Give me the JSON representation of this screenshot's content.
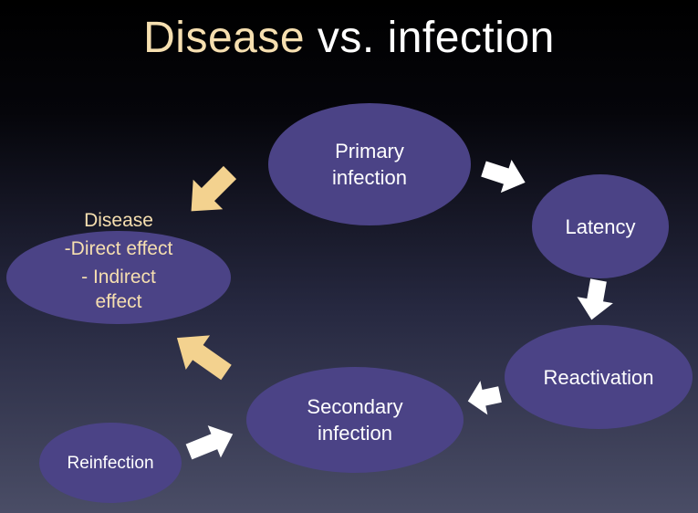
{
  "title": {
    "accent": "Disease",
    "rest": " vs. infection"
  },
  "nodes": {
    "primary": "Primary infection",
    "latency": "Latency",
    "reactivation": "Reactivation",
    "secondary": "Secondary infection",
    "reinfection": "Reinfection"
  },
  "disease": {
    "heading": "Disease",
    "line1": "-Direct effect",
    "line2": "- Indirect effect"
  },
  "colors": {
    "node_fill": "#4b4386",
    "highlight": "#f6dfb0",
    "arrow_white": "#ffffff",
    "arrow_tan": "#f3d28f"
  }
}
